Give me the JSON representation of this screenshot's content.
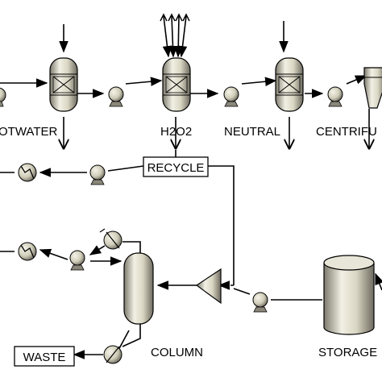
{
  "labels": {
    "hotwater": "OTWATER",
    "h2o2": "H2O2",
    "neutral": "NEUTRAL",
    "centrifu": "CENTRIFU",
    "recycle": "RECYCLE",
    "column": "COLUMN",
    "storage": "STORAGE",
    "waste": "WASTE"
  },
  "colors": {
    "equipment_fill": "#d9d6c3",
    "equipment_dark": "#8a877a",
    "stream": "#000000",
    "background": "#ffffff"
  },
  "icons": [
    "reactor-icon",
    "pump-icon",
    "heat-exchanger-icon",
    "splitter-icon",
    "column-icon",
    "tank-icon",
    "centrifuge-icon"
  ]
}
